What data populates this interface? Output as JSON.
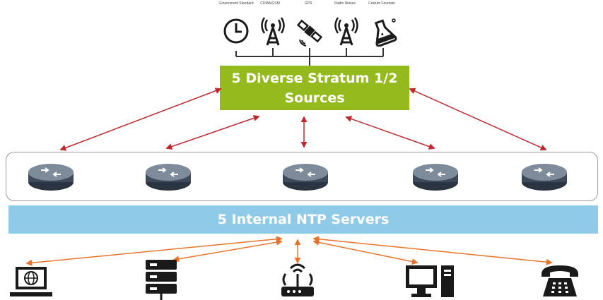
{
  "sources": {
    "items": [
      {
        "label": "Government Standard",
        "icon": "clock-icon"
      },
      {
        "label": "CDMA/GSM",
        "icon": "radio-tower-icon"
      },
      {
        "label": "GPS",
        "icon": "satellite-icon"
      },
      {
        "label": "Radio Waves",
        "icon": "antenna-icon"
      },
      {
        "label": "Cesium Fountain",
        "icon": "flask-icon"
      }
    ]
  },
  "stratum": {
    "line1": "5 Diverse Stratum 1/2",
    "line2": "Sources"
  },
  "ntp": {
    "label": "5 Internal NTP Servers"
  },
  "routers": {
    "count_label": "5",
    "icon": "router-icon"
  },
  "clients": {
    "items": [
      {
        "icon": "laptop-globe-icon"
      },
      {
        "icon": "server-rack-icon"
      },
      {
        "icon": "wifi-router-icon"
      },
      {
        "icon": "desktop-computer-icon"
      },
      {
        "icon": "telephone-icon"
      }
    ]
  },
  "colors": {
    "stratum_green": "#94ba1d",
    "ntp_blue": "#8fcbe9",
    "upper_arrows": "#c0282d",
    "lower_arrows": "#e8732a",
    "icon_dark": "#1a1a1a"
  }
}
